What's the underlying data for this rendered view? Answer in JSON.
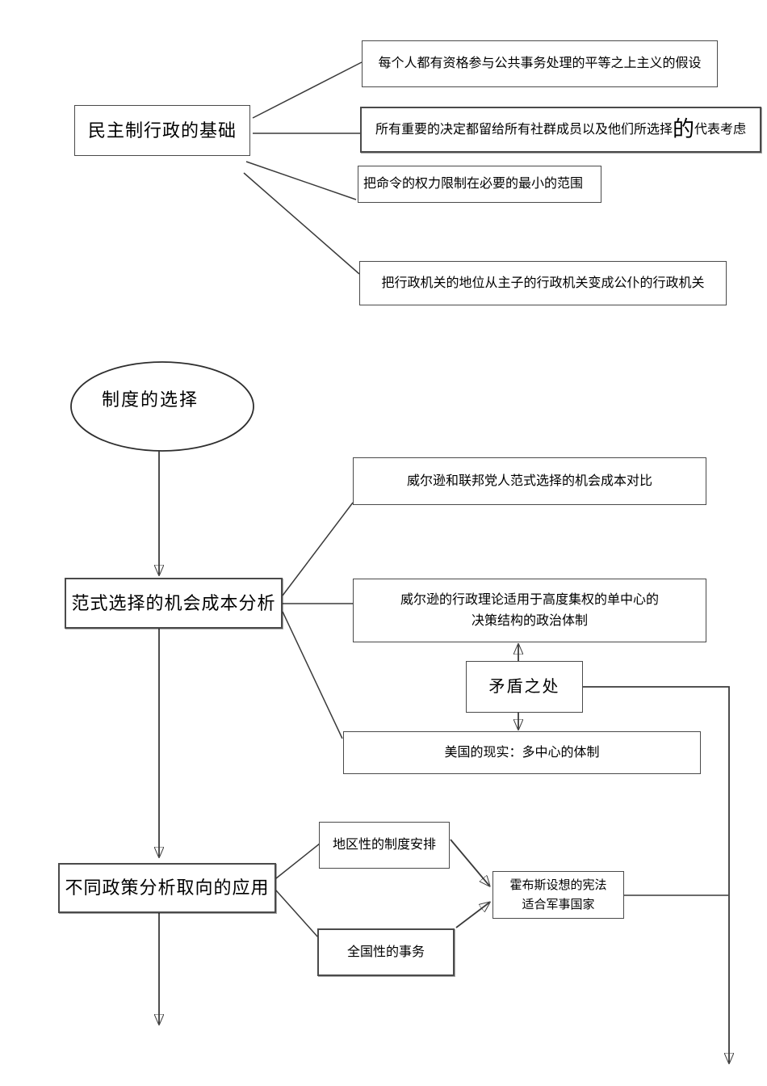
{
  "colors": {
    "line": "#3a3a3a",
    "border": "#4a4a4a",
    "text": "#000000",
    "background": "#ffffff"
  },
  "cluster1": {
    "root": "民主制行政的基础",
    "leaf1": "每个人都有资格参与公共事务处理的平等之上主义的假设",
    "leaf2_before": "所有重要的决定都留给所有社群成员以及他们所选择",
    "leaf2_emphasis": "的",
    "leaf2_after": "代表考虑",
    "leaf3": "把命令的权力限制在必要的最小的范围",
    "leaf4": "把行政机关的地位从主子的行政机关变成公仆的行政机关"
  },
  "cluster2": {
    "start": "制度的选择",
    "analysis": "范式选择的机会成本分析",
    "compare": "威尔逊和联邦党人范式选择的机会成本对比",
    "wilson_line1": "威尔逊的行政理论适用于高度集权的单中心的",
    "wilson_line2": "决策结构的政治体制",
    "contradiction": "矛盾之处",
    "reality": "美国的现实：多中心的体制",
    "application": "不同政策分析取向的应用",
    "regional": "地区性的制度安排",
    "national": "全国性的事务",
    "hobbes_line1": "霍布斯设想的宪法",
    "hobbes_line2": "适合军事国家"
  }
}
